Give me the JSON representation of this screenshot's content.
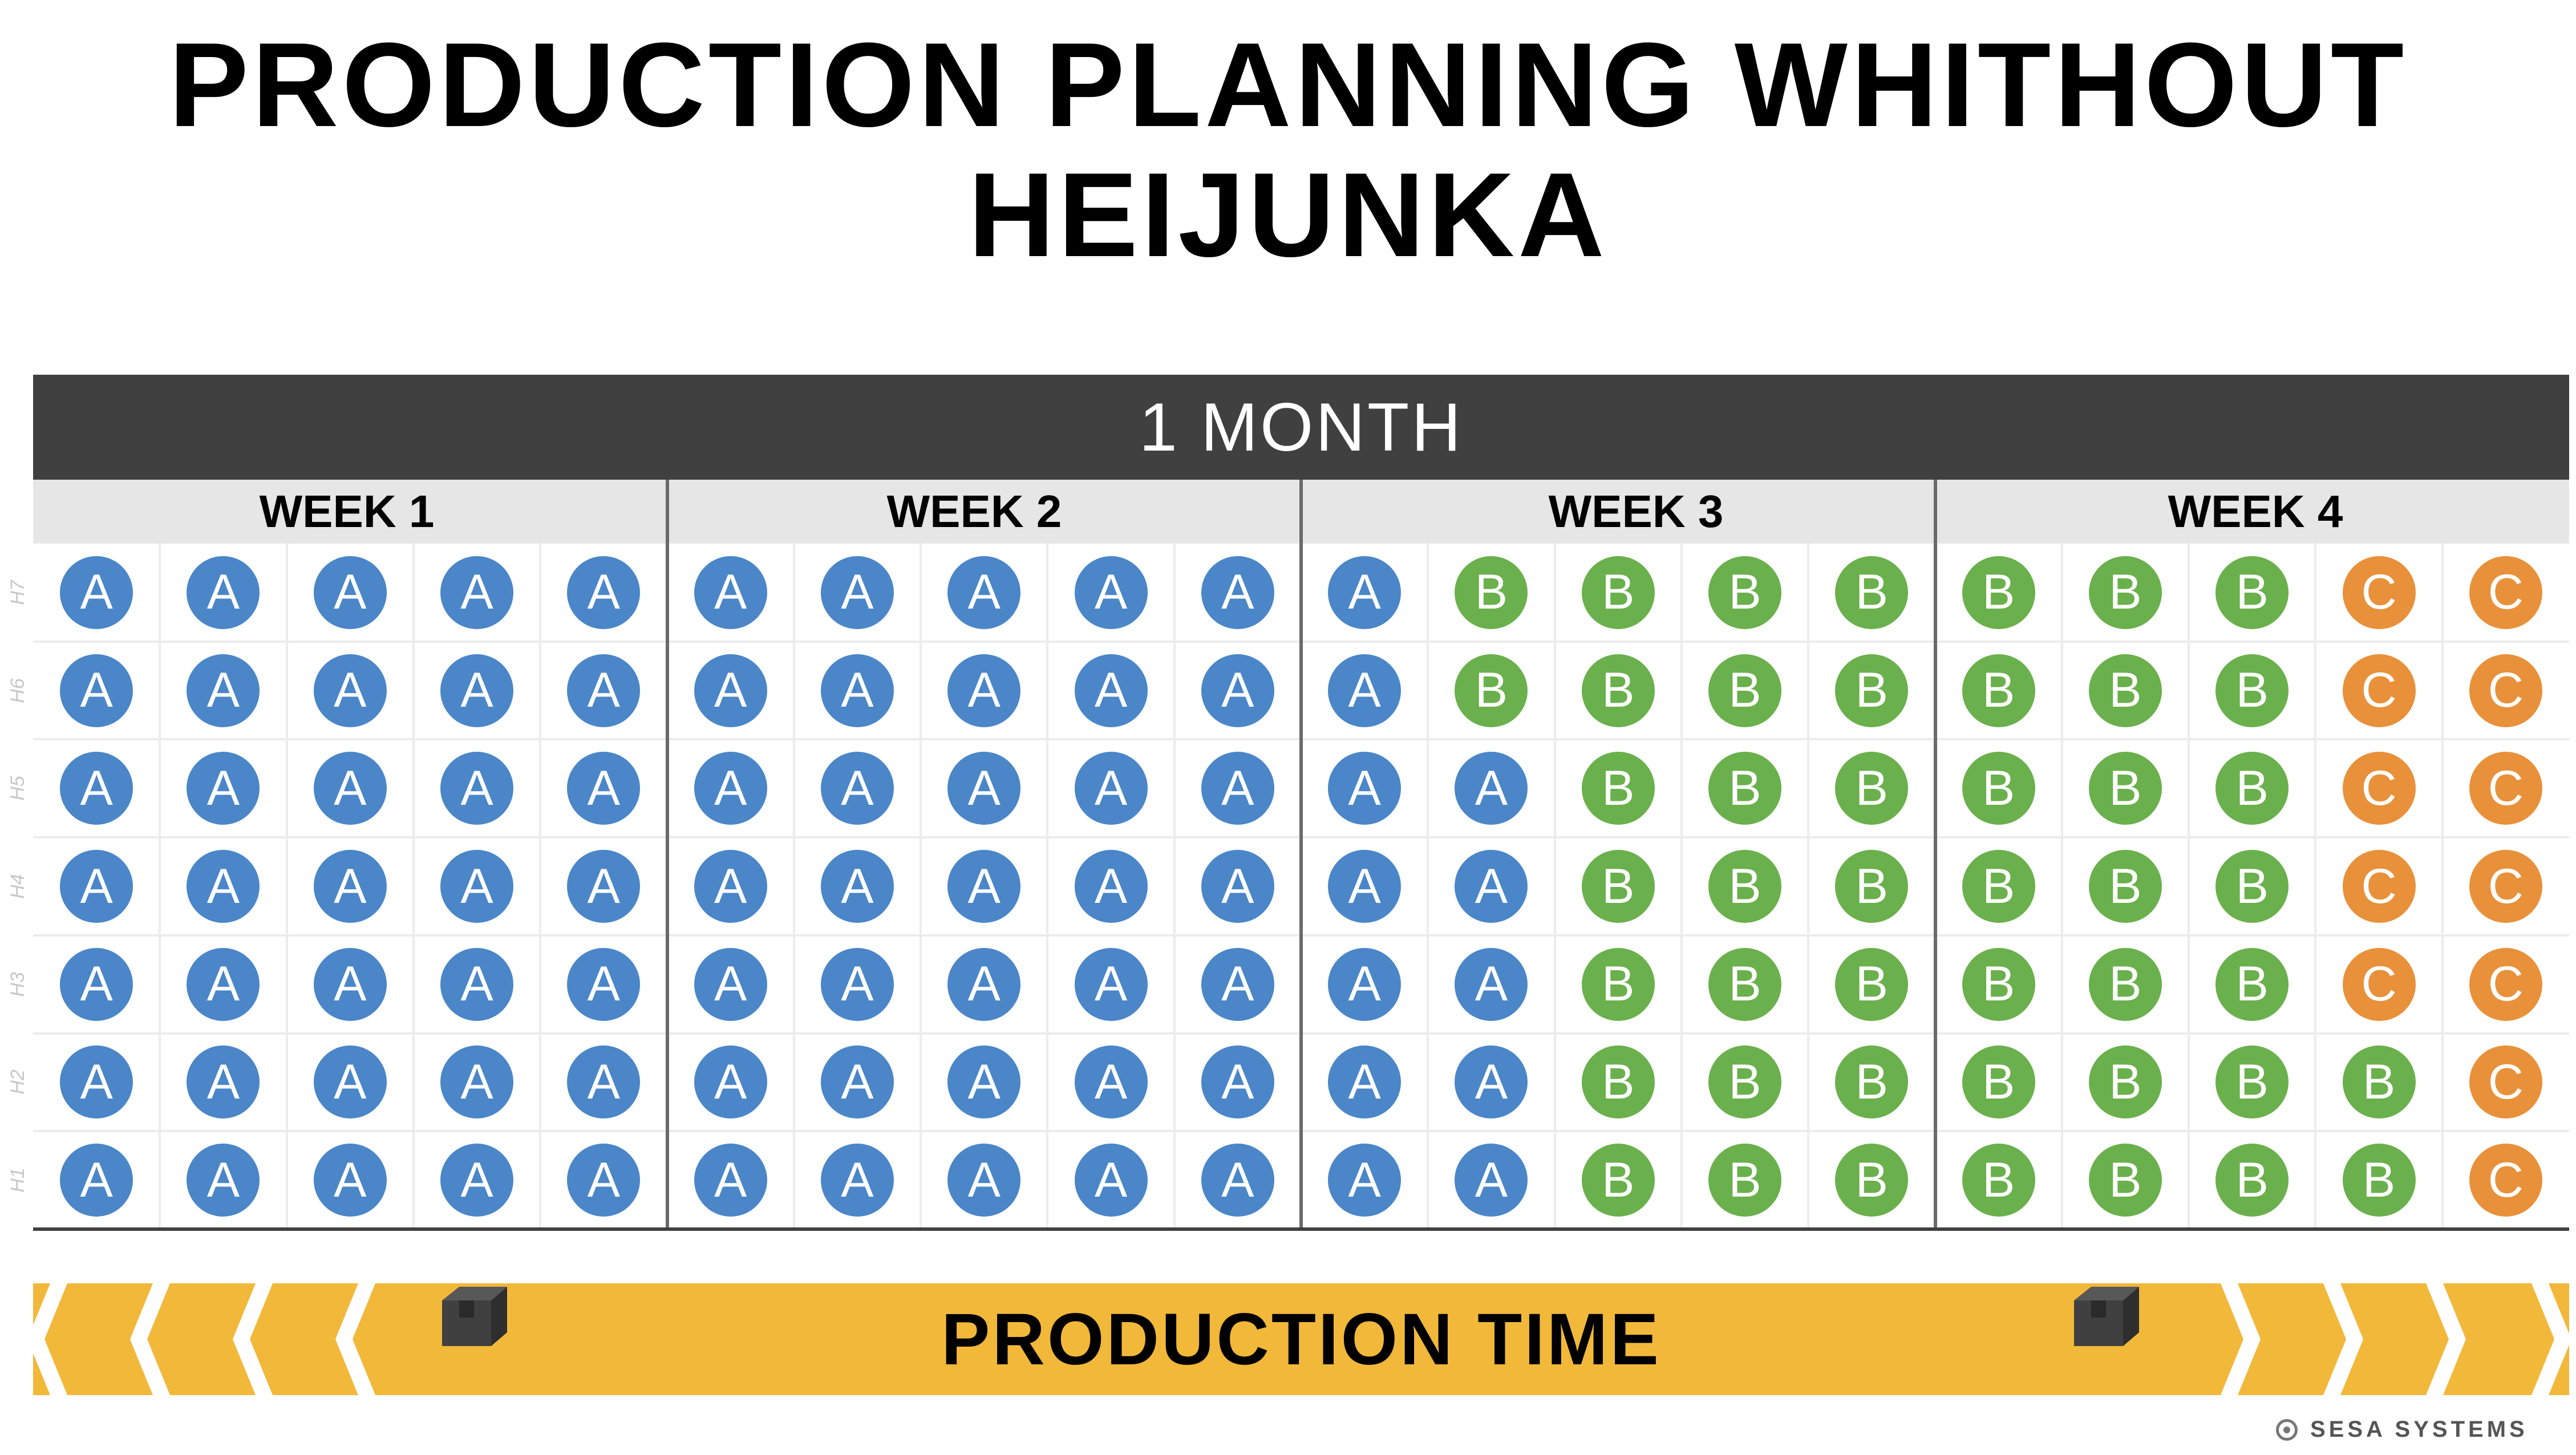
{
  "title": "PRODUCTION PLANNING WHITHOUT HEIJUNKA",
  "month_label": "1 MONTH",
  "weeks": [
    "WEEK 1",
    "WEEK 2",
    "WEEK 3",
    "WEEK 4"
  ],
  "row_labels": [
    "H7",
    "H6",
    "H5",
    "H4",
    "H3",
    "H2",
    "H1"
  ],
  "colors": {
    "A": "#4a86c8",
    "B": "#6ab04c",
    "C": "#e8913a",
    "arrow": "#f2b83a",
    "header": "#404040"
  },
  "grid": [
    [
      "A",
      "A",
      "A",
      "A",
      "A",
      "A",
      "A",
      "A",
      "A",
      "A",
      "A",
      "B",
      "B",
      "B",
      "B",
      "B",
      "B",
      "B",
      "C",
      "C"
    ],
    [
      "A",
      "A",
      "A",
      "A",
      "A",
      "A",
      "A",
      "A",
      "A",
      "A",
      "A",
      "B",
      "B",
      "B",
      "B",
      "B",
      "B",
      "B",
      "C",
      "C"
    ],
    [
      "A",
      "A",
      "A",
      "A",
      "A",
      "A",
      "A",
      "A",
      "A",
      "A",
      "A",
      "A",
      "B",
      "B",
      "B",
      "B",
      "B",
      "B",
      "C",
      "C"
    ],
    [
      "A",
      "A",
      "A",
      "A",
      "A",
      "A",
      "A",
      "A",
      "A",
      "A",
      "A",
      "A",
      "B",
      "B",
      "B",
      "B",
      "B",
      "B",
      "C",
      "C"
    ],
    [
      "A",
      "A",
      "A",
      "A",
      "A",
      "A",
      "A",
      "A",
      "A",
      "A",
      "A",
      "A",
      "B",
      "B",
      "B",
      "B",
      "B",
      "B",
      "C",
      "C"
    ],
    [
      "A",
      "A",
      "A",
      "A",
      "A",
      "A",
      "A",
      "A",
      "A",
      "A",
      "A",
      "A",
      "B",
      "B",
      "B",
      "B",
      "B",
      "B",
      "B",
      "C"
    ],
    [
      "A",
      "A",
      "A",
      "A",
      "A",
      "A",
      "A",
      "A",
      "A",
      "A",
      "A",
      "A",
      "B",
      "B",
      "B",
      "B",
      "B",
      "B",
      "B",
      "C"
    ]
  ],
  "production_time_label": "PRODUCTION TIME",
  "icons": {
    "box": "box-icon",
    "chevron": "chevron-icon",
    "logo": "sesa-logo-icon"
  },
  "watermark": "SESA SYSTEMS"
}
